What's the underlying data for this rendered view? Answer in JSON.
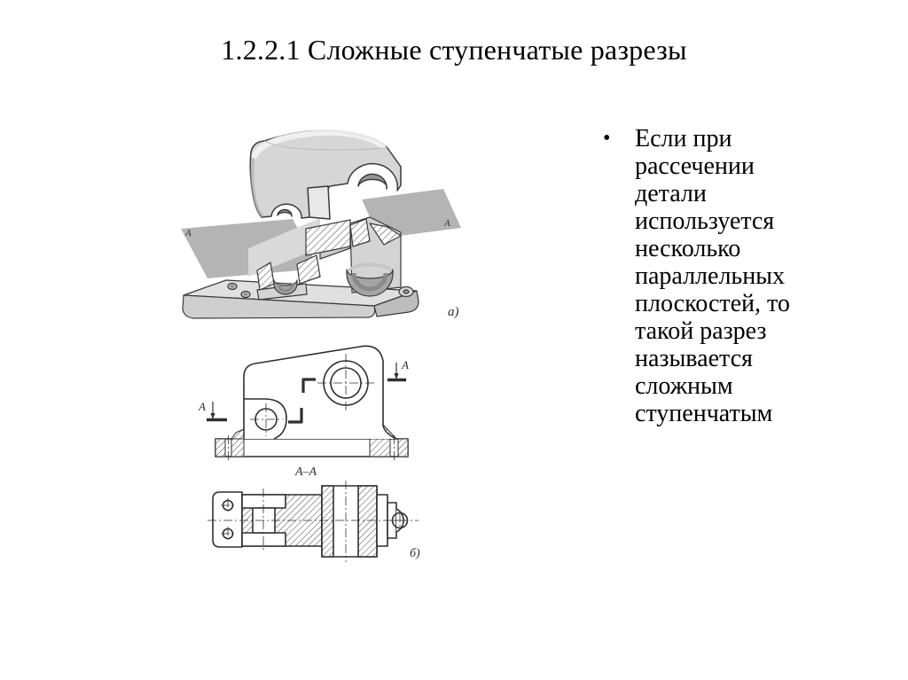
{
  "slide": {
    "title": "1.2.2.1 Сложные ступенчатые разрезы",
    "bullet": {
      "marker": "•",
      "text": "Если при рассечении детали используется несколько параллельных плоскостей, то такой разрез называется сложным ступенчатым"
    }
  },
  "figure": {
    "pictorial_caption": "а)",
    "section_caption": "б)",
    "section_title": "А–А",
    "plane_letter": "A",
    "arrow_letter": "A"
  },
  "colors": {
    "background": "#ffffff",
    "text": "#000000",
    "drawing_line": "#2f2f2f",
    "plane_fill": "#b4b4b4",
    "part_fill": "#d6d6d6",
    "bore_shadow": "#9a9a9a"
  }
}
